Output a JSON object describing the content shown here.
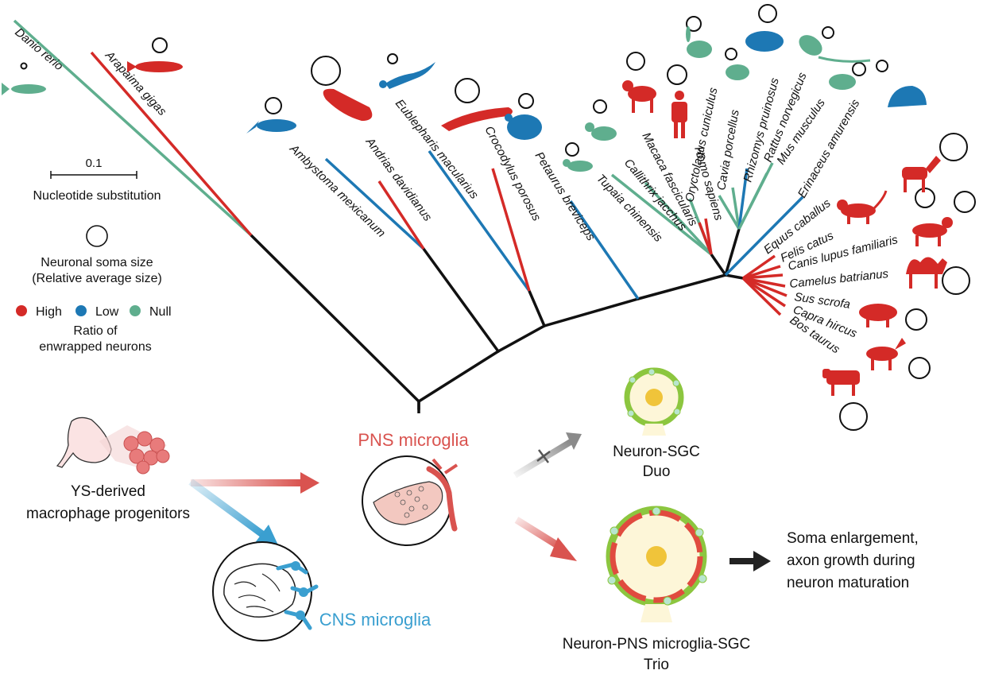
{
  "colors": {
    "high": "#d42a27",
    "low": "#1d78b4",
    "null": "#5fae8e",
    "trunk": "#111111",
    "pns": "#d9534f",
    "cns": "#3a9fd0",
    "gray": "#9a9a9a"
  },
  "legend": {
    "scale_value": "0.1",
    "scale_label": "Nucleotide substitution",
    "soma_label_1": "Neuronal soma size",
    "soma_label_2": "(Relative average size)",
    "ratio_items": [
      {
        "label": "High",
        "color": "#d42a27"
      },
      {
        "label": "Low",
        "color": "#1d78b4"
      },
      {
        "label": "Null",
        "color": "#5fae8e"
      }
    ],
    "ratio_title_1": "Ratio of",
    "ratio_title_2": "enwrapped neurons"
  },
  "species": [
    {
      "name": "Danio rerio",
      "ratio": "Null",
      "soma": "tiny"
    },
    {
      "name": "Arapaima gigas",
      "ratio": "High",
      "soma": "small"
    },
    {
      "name": "Ambystoma mexicanum",
      "ratio": "Low",
      "soma": "small"
    },
    {
      "name": "Andrias davidianus",
      "ratio": "High",
      "soma": "large"
    },
    {
      "name": "Eublepharis macularius",
      "ratio": "Low",
      "soma": "tiny"
    },
    {
      "name": "Crocodylus porosus",
      "ratio": "High",
      "soma": "large"
    },
    {
      "name": "Petaurus breviceps",
      "ratio": "Low",
      "soma": "small"
    },
    {
      "name": "Tupaia chinensis",
      "ratio": "Null",
      "soma": "small"
    },
    {
      "name": "Callithrix jacchus",
      "ratio": "Null",
      "soma": "small"
    },
    {
      "name": "Macaca fascicularis",
      "ratio": "High",
      "soma": "medium"
    },
    {
      "name": "Homo sapiens",
      "ratio": "High",
      "soma": "medium"
    },
    {
      "name": "Oryctolagus cuniculus",
      "ratio": "Null",
      "soma": "small"
    },
    {
      "name": "Cavia porcellus",
      "ratio": "Null",
      "soma": "small"
    },
    {
      "name": "Rhizomys pruinosus",
      "ratio": "Low",
      "soma": "medium"
    },
    {
      "name": "Rattus norvegicus",
      "ratio": "Null",
      "soma": "small"
    },
    {
      "name": "Mus musculus",
      "ratio": "Null",
      "soma": "small"
    },
    {
      "name": "Erinaceus amurensis",
      "ratio": "Low",
      "soma": "small"
    },
    {
      "name": "Equus caballus",
      "ratio": "High",
      "soma": "large"
    },
    {
      "name": "Felis catus",
      "ratio": "High",
      "soma": "medium"
    },
    {
      "name": "Canis lupus familiaris",
      "ratio": "High",
      "soma": "medium"
    },
    {
      "name": "Camelus batrianus",
      "ratio": "High",
      "soma": "large"
    },
    {
      "name": "Sus scrofa",
      "ratio": "High",
      "soma": "medium"
    },
    {
      "name": "Capra hircus",
      "ratio": "High",
      "soma": "medium"
    },
    {
      "name": "Bos taurus",
      "ratio": "High",
      "soma": "large"
    }
  ],
  "bottom": {
    "progenitor_1": "YS-derived",
    "progenitor_2": "macrophage progenitors",
    "pns": "PNS microglia",
    "cns": "CNS microglia",
    "duo_1": "Neuron-SGC",
    "duo_2": "Duo",
    "trio_1": "Neuron-PNS microglia-SGC",
    "trio_2": "Trio",
    "outcome_1": "Soma enlargement,",
    "outcome_2": "axon growth during",
    "outcome_3": "neuron maturation"
  }
}
